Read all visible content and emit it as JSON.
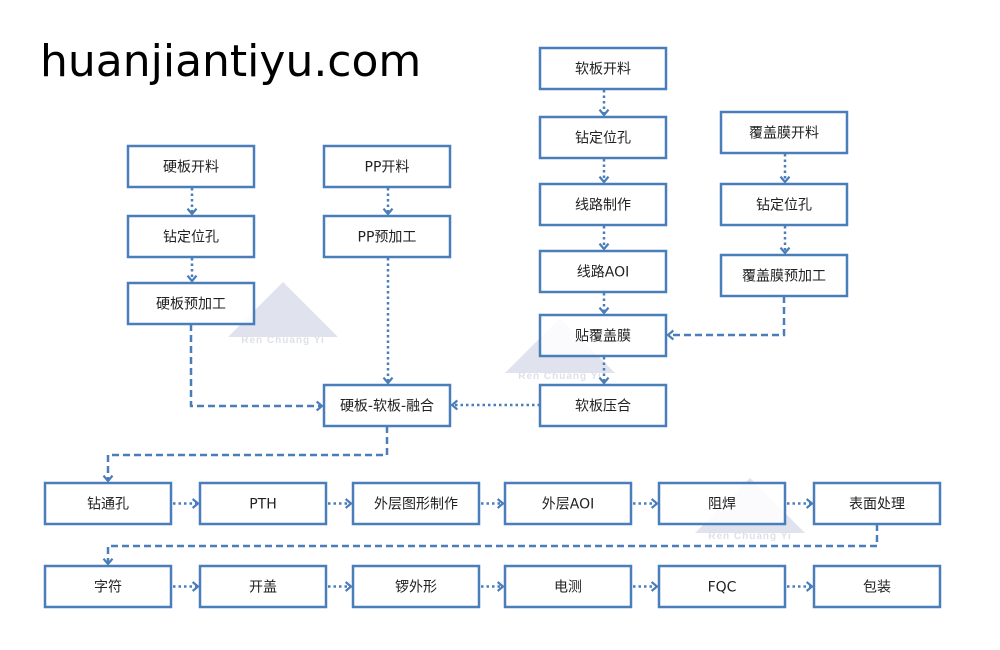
{
  "colors": {
    "stroke": "#4a7ebb",
    "text": "#222222",
    "watermark": "#c7cbe0"
  },
  "nodes": [
    {
      "id": "hard_cut",
      "label": "硬板开料"
    },
    {
      "id": "hard_drill",
      "label": "钻定位孔"
    },
    {
      "id": "hard_pre",
      "label": "硬板预加工"
    },
    {
      "id": "pp_cut",
      "label": "PP开料"
    },
    {
      "id": "pp_pre",
      "label": "PP预加工"
    },
    {
      "id": "soft_cut",
      "label": "软板开料"
    },
    {
      "id": "soft_drill",
      "label": "钻定位孔"
    },
    {
      "id": "circuit",
      "label": "线路制作"
    },
    {
      "id": "circuit_aoi",
      "label": "线路AOI"
    },
    {
      "id": "coverlay_attach",
      "label": "贴覆盖膜"
    },
    {
      "id": "soft_press",
      "label": "软板压合"
    },
    {
      "id": "cover_cut",
      "label": "覆盖膜开料"
    },
    {
      "id": "cover_drill",
      "label": "钻定位孔"
    },
    {
      "id": "cover_pre",
      "label": "覆盖膜预加工"
    },
    {
      "id": "merge",
      "label": "硬板-软板-融合"
    },
    {
      "id": "drill_via",
      "label": "钻通孔"
    },
    {
      "id": "pth",
      "label": "PTH"
    },
    {
      "id": "outer_img",
      "label": "外层图形制作"
    },
    {
      "id": "outer_aoi",
      "label": "外层AOI"
    },
    {
      "id": "solder_mask",
      "label": "阻焊"
    },
    {
      "id": "surface",
      "label": "表面处理"
    },
    {
      "id": "legend_print",
      "label": "字符"
    },
    {
      "id": "open_cover",
      "label": "开盖"
    },
    {
      "id": "routing",
      "label": "锣外形"
    },
    {
      "id": "etest",
      "label": "电测"
    },
    {
      "id": "fqc",
      "label": "FQC"
    },
    {
      "id": "packing",
      "label": "包装"
    }
  ],
  "edges": [
    {
      "from": "hard_cut",
      "to": "hard_drill",
      "style": "dotted"
    },
    {
      "from": "hard_drill",
      "to": "hard_pre",
      "style": "dotted"
    },
    {
      "from": "pp_cut",
      "to": "pp_pre",
      "style": "dotted"
    },
    {
      "from": "pp_pre",
      "to": "merge",
      "style": "dotted"
    },
    {
      "from": "hard_pre",
      "to": "merge",
      "style": "dashed"
    },
    {
      "from": "soft_cut",
      "to": "soft_drill",
      "style": "dotted"
    },
    {
      "from": "soft_drill",
      "to": "circuit",
      "style": "dotted"
    },
    {
      "from": "circuit",
      "to": "circuit_aoi",
      "style": "dotted"
    },
    {
      "from": "circuit_aoi",
      "to": "coverlay_attach",
      "style": "dotted"
    },
    {
      "from": "coverlay_attach",
      "to": "soft_press",
      "style": "dotted"
    },
    {
      "from": "cover_cut",
      "to": "cover_drill",
      "style": "dotted"
    },
    {
      "from": "cover_drill",
      "to": "cover_pre",
      "style": "dotted"
    },
    {
      "from": "cover_pre",
      "to": "coverlay_attach",
      "style": "dashed"
    },
    {
      "from": "soft_press",
      "to": "merge",
      "style": "dotted"
    },
    {
      "from": "merge",
      "to": "drill_via",
      "style": "dashed"
    },
    {
      "from": "drill_via",
      "to": "pth",
      "style": "dotted"
    },
    {
      "from": "pth",
      "to": "outer_img",
      "style": "dotted"
    },
    {
      "from": "outer_img",
      "to": "outer_aoi",
      "style": "dotted"
    },
    {
      "from": "outer_aoi",
      "to": "solder_mask",
      "style": "dotted"
    },
    {
      "from": "solder_mask",
      "to": "surface",
      "style": "dotted"
    },
    {
      "from": "surface",
      "to": "legend_print",
      "style": "dashed"
    },
    {
      "from": "legend_print",
      "to": "open_cover",
      "style": "dotted"
    },
    {
      "from": "open_cover",
      "to": "routing",
      "style": "dotted"
    },
    {
      "from": "routing",
      "to": "etest",
      "style": "dotted"
    },
    {
      "from": "etest",
      "to": "fqc",
      "style": "dotted"
    },
    {
      "from": "fqc",
      "to": "packing",
      "style": "dotted"
    }
  ],
  "watermark": "Ren Chuang Yi",
  "overlay_text": "huanjiantiyu.com"
}
